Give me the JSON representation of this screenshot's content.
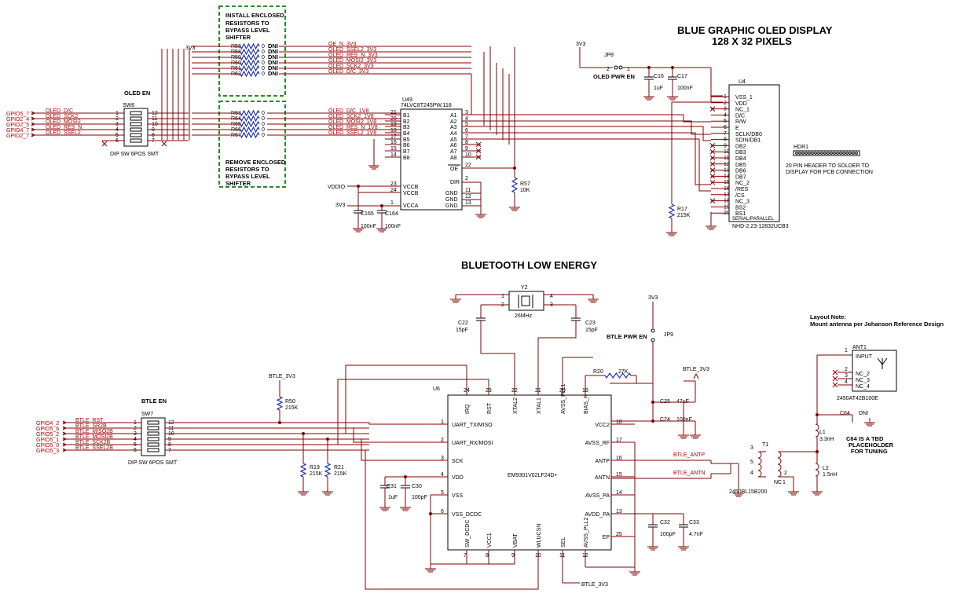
{
  "titles": {
    "oled": "BLUE GRAPHIC OLED DISPLAY",
    "oled_sub": "128 X 32 PIXELS",
    "ble": "BLUETOOTH LOW ENERGY"
  },
  "notes": {
    "install_1": "INSTALL ENCLOSED",
    "install_2": "RESISTORS TO",
    "install_3": "BYPASS LEVEL",
    "install_4": "SHIFTER",
    "remove_1": "REMOVE ENCLOSED",
    "remove_2": "RESISTORS TO",
    "remove_3": "BYPASS LEVEL",
    "remove_4": "SHIFTER",
    "hdr_1": "20 PIN HEADER TO SOLDER TO",
    "hdr_2": "DISPLAY FOR PCB CONNECTION",
    "layout_1": "Layout Note:",
    "layout_2": "Mount antenna per Johanson Reference Design",
    "c64_1": "C64 IS A TBD",
    "c64_2": "PLACEHOLDER",
    "c64_3": "FOR TUNING"
  },
  "oled_en": {
    "title": "OLED EN",
    "ref": "SW6",
    "part": "DIP SW 6POS SMT",
    "gpios": [
      "GPIO5_7",
      "GPIO2_4",
      "GPIO2_5",
      "GPIO4_7",
      "GPIO2_7"
    ],
    "nets": [
      "OLED_D/C",
      "OLED_SCK2",
      "OLED_MOSI2",
      "OLED_RES_N",
      "OLED_SSEL2"
    ]
  },
  "resistors_top": {
    "refs": [
      "R58",
      "R58",
      "R59",
      "R60",
      "R61",
      "R62"
    ],
    "nets": [
      "OE_N_3V3",
      "OLED_SSEL2_3V3",
      "OLED_RES_N_3V3",
      "OLED_MOSI2_3V3",
      "OLED_SCK2_3V3",
      "OLED_D/C_3V3"
    ],
    "val": "0",
    "dni": "DNI"
  },
  "resistors_bot": {
    "refs": [
      "R63",
      "R64",
      "R65",
      "R66",
      "R67"
    ],
    "nets": [
      "OLED_D/C_1V8",
      "OLED_SCK2_1V8",
      "OLED_MOSI2_1V8",
      "OLED_RES_N_1V8",
      "OLED_SSEL2_1V8"
    ],
    "val": "0"
  },
  "u49": {
    "ref": "U49",
    "part": "74LVC8T245PW,118",
    "b_pins": [
      "B1",
      "B2",
      "B3",
      "B4",
      "B5",
      "B6",
      "B7",
      "B8"
    ],
    "b_nums": [
      "21",
      "20",
      "19",
      "18",
      "17",
      "16",
      "15",
      "14"
    ],
    "a_pins": [
      "A1",
      "A2",
      "A3",
      "A4",
      "A5",
      "A6",
      "A7",
      "A8"
    ],
    "a_nums": [
      "3",
      "4",
      "5",
      "6",
      "7",
      "8",
      "9",
      "10"
    ],
    "oe": "OE",
    "oe_num": "22",
    "dir": "DIR",
    "dir_num": "2",
    "vccb": "VCCB",
    "vccb_nums": [
      "23",
      "24"
    ],
    "vcca": "VCCA",
    "vcca_num": "1",
    "gnd": "GND",
    "gnd_nums": [
      "11",
      "12",
      "13"
    ]
  },
  "power": {
    "vddio": "VDDIO",
    "v3": "3V3",
    "btle": "BTLE_3V3"
  },
  "caps_oled": {
    "c165": "C165",
    "c165v": "100nF",
    "c164": "C164",
    "c164v": "100nF",
    "c16": "C16",
    "c16v": "1uF",
    "c17": "C17",
    "c17v": "100nF"
  },
  "r57": {
    "ref": "R57",
    "val": "10K"
  },
  "r17": {
    "ref": "R17",
    "val": "215K"
  },
  "jp8": {
    "ref": "JP8",
    "label": "OLED PWR EN"
  },
  "u4": {
    "ref": "U4",
    "part": "NHD-2.23-12832UCB3",
    "pins": [
      "VSS_1",
      "VDD",
      "NC_1",
      "D/C",
      "R/W",
      "E",
      "SCLK/DB0",
      "SDIN/DB1",
      "DB2",
      "DB3",
      "DB4",
      "DB5",
      "DB6",
      "DB7",
      "NC_2",
      "/RES",
      "/CS",
      "NC_3",
      "BS2",
      "BS1"
    ],
    "sub": "SERIAL/PARALLEL"
  },
  "hdr1": {
    "ref": "HDR1"
  },
  "btle_en": {
    "title": "BTLE EN",
    "ref": "SW7",
    "part": "DIP SW 6POS SMT",
    "gpios": [
      "GPIO4_2",
      "GPIO5_6",
      "GPIO5_2",
      "GPIO5_1",
      "GPIO5_0",
      "GPIO5_3"
    ],
    "nets": [
      "BTLE_RST",
      "BTLE_SR2B",
      "BTLE_MISO2B",
      "BTLE_MOSI2B",
      "BTLE_SCK2B",
      "BTLE_SSEL2B"
    ]
  },
  "y2": {
    "ref": "Y2",
    "freq": "26MHz"
  },
  "caps_ble": {
    "c22": "C22",
    "c22v": "15pF",
    "c23": "C23",
    "c23v": "15pF",
    "c25": "C25",
    "c25v": "47uF",
    "c24": "C24",
    "c24v": "100nF",
    "c31": "C31",
    "c31v": "1uF",
    "c30": "C30",
    "c30v": "100pF",
    "c32": "C32",
    "c32v": "100pF",
    "c33": "C33",
    "c33v": "4.7nF",
    "c64": "C64",
    "c64v": "DNI"
  },
  "r_ble": {
    "r50": "R50",
    "r50v": "215K",
    "r19": "R19",
    "r19v": "215K",
    "r21": "R21",
    "r21v": "215K",
    "r20": "R20",
    "r20v": "27K"
  },
  "jp9": {
    "ref": "JP9",
    "label": "BTLE PWR EN"
  },
  "u6": {
    "ref": "U6",
    "part": "EM9301V02LF24D+",
    "top_pins": [
      "IRQ",
      "RST",
      "XTAL2",
      "XTAL1",
      "AVSS_PLL1",
      "BIAS_R"
    ],
    "top_nums": [
      "24",
      "23",
      "22",
      "21",
      "20",
      "19"
    ],
    "left_pins": [
      "UART_TX/MISO",
      "UART_RX/MOSI",
      "SCK",
      "VDD",
      "VSS",
      "VSS_DCDC"
    ],
    "left_nums": [
      "1",
      "2",
      "3",
      "4",
      "5",
      "6"
    ],
    "right_pins": [
      "VCC2",
      "AVSS_RF",
      "ANTP",
      "ANTN",
      "AVSS_PA",
      "AVDD_PA",
      "EP"
    ],
    "right_nums": [
      "18",
      "17",
      "16",
      "15",
      "14",
      "13",
      "25"
    ],
    "bot_pins": [
      "SW_DCDC",
      "VCC1",
      "VBAT",
      "WLUCSN",
      "SEL",
      "AVSS_PLL2"
    ],
    "bot_nums": [
      "7",
      "8",
      "9",
      "10",
      "11",
      "12"
    ]
  },
  "rf": {
    "antp": "BTLE_ANTP",
    "antn": "BTLE_ANTN",
    "t1": "T1",
    "t1_part": "2450BL15B200",
    "l1": "L1",
    "l1v": "3.3nH",
    "l2": "L2",
    "l2v": "1.5nH",
    "ant1": "ANT1",
    "ant_part": "2450AT42B100E",
    "ant_pins": [
      "INPUT",
      "NC_2",
      "NC_3",
      "NC_4"
    ],
    "nc": "NC"
  }
}
